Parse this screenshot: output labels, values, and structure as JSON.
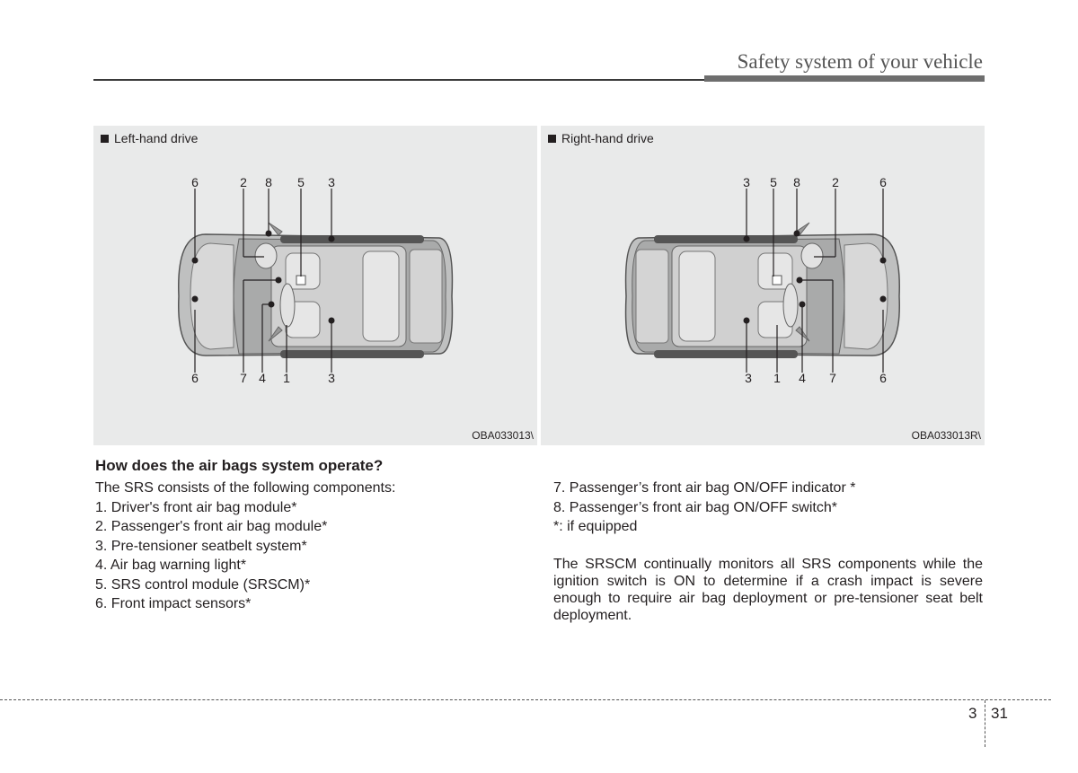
{
  "header": {
    "title": "Safety system of your vehicle"
  },
  "figures": {
    "left": {
      "caption": "Left-hand drive",
      "code": "OBA033013\\",
      "top_labels": [
        "6",
        "2",
        "8",
        "5",
        "3"
      ],
      "bottom_labels": [
        "6",
        "7",
        "4",
        "1",
        "3"
      ]
    },
    "right": {
      "caption": "Right-hand drive",
      "code": "OBA033013R\\",
      "top_labels": [
        "3",
        "5",
        "8",
        "2",
        "6"
      ],
      "bottom_labels": [
        "3",
        "1",
        "4",
        "7",
        "6"
      ]
    }
  },
  "section": {
    "heading": "How does the air bags system operate?",
    "intro": "The SRS consists of the following components:",
    "items": [
      "1. Driver's front air bag module*",
      "2. Passenger's front air bag module*",
      "3. Pre-tensioner seatbelt system*",
      "4. Air bag warning light*",
      "5. SRS control module (SRSCM)*",
      "6. Front impact sensors*",
      "7. Passenger’s front air bag ON/OFF indicator *",
      "8. Passenger’s front air bag ON/OFF switch*"
    ],
    "footnote": "*: if equipped",
    "paragraph": "The SRSCM continually monitors all SRS components while the ignition switch is ON to determine if a crash impact is severe enough to require air bag deployment or pre-tensioner seat belt deployment."
  },
  "footer": {
    "chapter": "3",
    "page": "31"
  }
}
